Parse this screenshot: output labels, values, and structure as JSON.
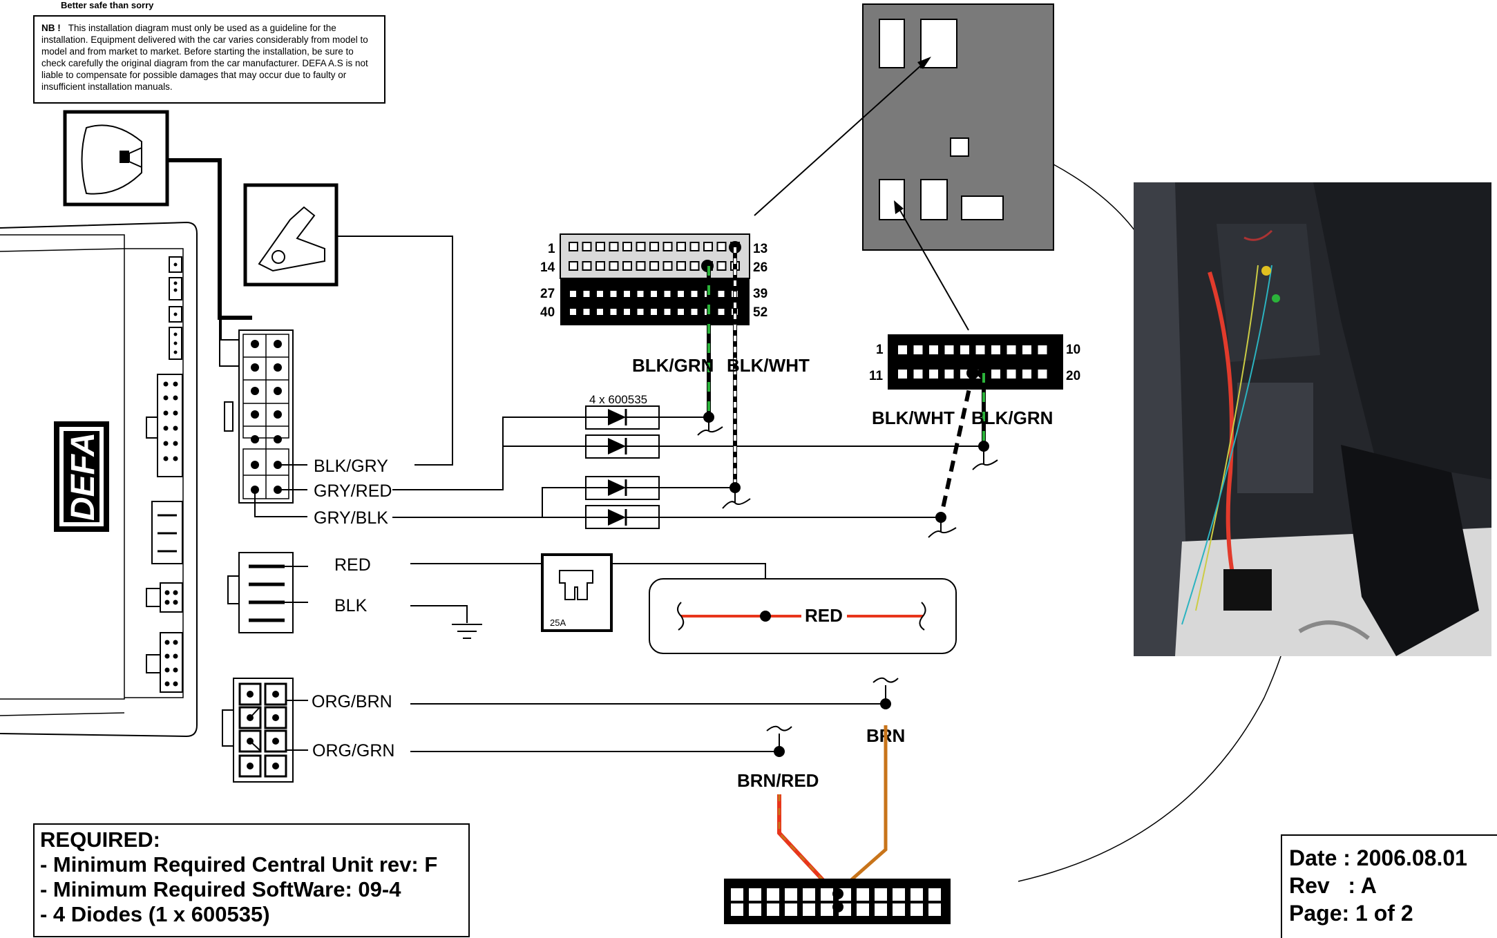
{
  "header": {
    "tagline": "Better safe than sorry"
  },
  "notice": {
    "prefix": "NB !",
    "text": "This installation diagram must only be used as a guideline for the installation. Equipment delivered with the car varies considerably from model to model and from market to market. Before starting the installation, be sure to check carefully the original diagram from the car manufacturer. DEFA  A.S is not liable to compensate  for possible damages that may occur due to faulty or insufficient installation manuals."
  },
  "unit": {
    "logo": "DEFA"
  },
  "wires": {
    "blk_gry": "BLK/GRY",
    "gry_red": "GRY/RED",
    "gry_blk": "GRY/BLK",
    "red": "RED",
    "blk": "BLK",
    "org_brn": "ORG/BRN",
    "org_grn": "ORG/GRN"
  },
  "connector52": {
    "pin1": "1",
    "pin13": "13",
    "pin14": "14",
    "pin26": "26",
    "pin27": "27",
    "pin39": "39",
    "pin40": "40",
    "pin52": "52",
    "wire_left": "BLK/GRN",
    "wire_right": "BLK/WHT"
  },
  "diodes": {
    "label": "4 x 600535"
  },
  "connector20": {
    "pin1": "1",
    "pin10": "10",
    "pin11": "11",
    "pin20": "20",
    "wire_left": "BLK/WHT",
    "wire_right": "BLK/GRN"
  },
  "fuse": {
    "rating": "25A"
  },
  "red_loop": {
    "label": "RED"
  },
  "lower": {
    "brn": "BRN",
    "brn_red": "BRN/RED"
  },
  "required": {
    "title": "REQUIRED:",
    "items": [
      "- Minimum Required Central Unit rev: F",
      "- Minimum Required SoftWare: 09-4",
      "- 4 Diodes (1 x 600535)"
    ]
  },
  "footer": {
    "date": "Date : 2006.08.01",
    "rev": "Rev   : A",
    "page": "Page: 1 of 2"
  },
  "colors": {
    "red_wire": "#e8351b",
    "brown_wire": "#c8741a",
    "green_wire": "#2bb33a",
    "panel_gray": "#7a7a7a"
  }
}
